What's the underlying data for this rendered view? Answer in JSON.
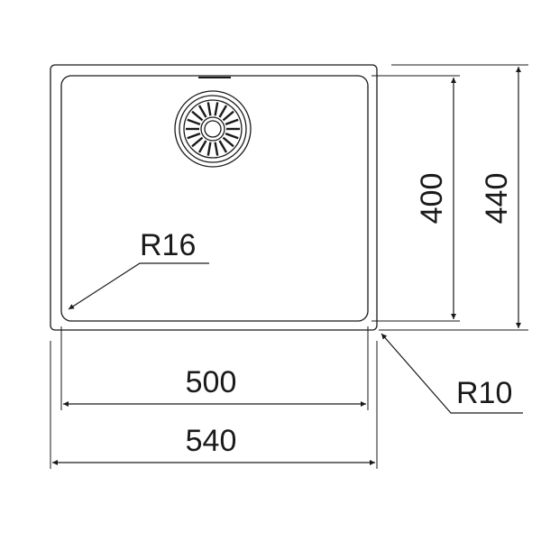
{
  "drawing": {
    "type": "technical-drawing",
    "subject": "single-bowl-sink-top-view",
    "colors": {
      "line": "#1a1a1a",
      "background": "#ffffff"
    },
    "dimensions": {
      "inner_width": "500",
      "outer_width": "540",
      "inner_depth": "400",
      "outer_depth": "440",
      "inner_radius": "R16",
      "outer_radius": "R10"
    }
  }
}
